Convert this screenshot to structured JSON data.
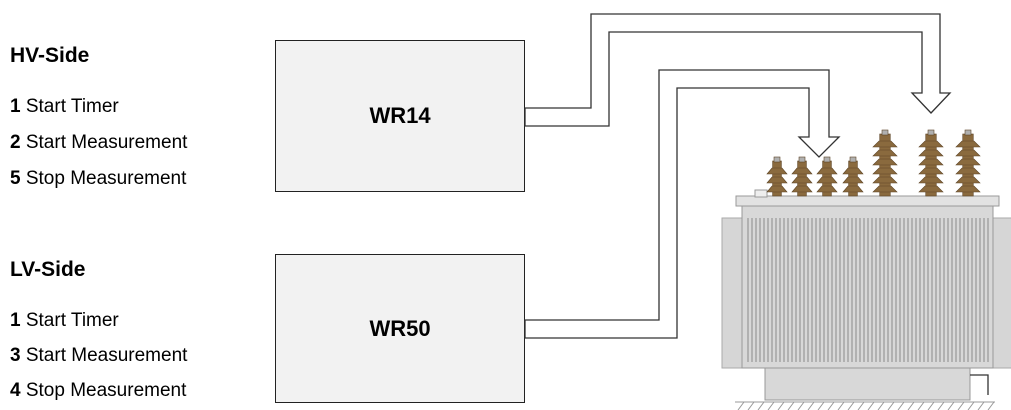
{
  "hv": {
    "title": "HV-Side",
    "steps": [
      {
        "num": "1",
        "text": "Start Timer"
      },
      {
        "num": "2",
        "text": "Start Measurement"
      },
      {
        "num": "5",
        "text": "Stop Measurement"
      }
    ],
    "device": "WR14"
  },
  "lv": {
    "title": "LV-Side",
    "steps": [
      {
        "num": "1",
        "text": "Start Timer"
      },
      {
        "num": "3",
        "text": "Start Measurement"
      },
      {
        "num": "4",
        "text": "Stop Measurement"
      }
    ],
    "device": "WR50"
  },
  "colors": {
    "box_fill": "#f2f2f2",
    "bushing": "#8a6a3e",
    "tank": "#d4d4d4",
    "cable": "#ffffff"
  }
}
